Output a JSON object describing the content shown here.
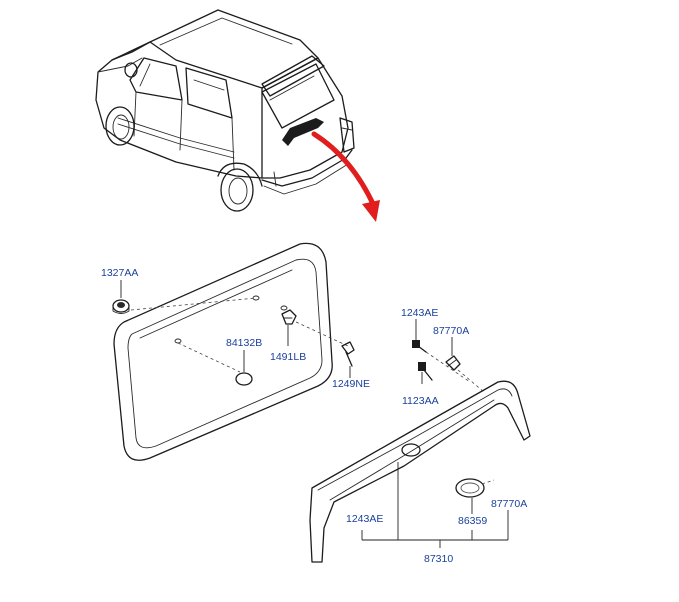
{
  "diagram": {
    "arrow_color": "#e11d1d",
    "label_color": "#1a3f9c",
    "labels": {
      "p1327AA": "1327AA",
      "p84132B": "84132B",
      "p1491LB": "1491LB",
      "p1249NE": "1249NE",
      "p1243AE_top": "1243AE",
      "p87770A_top": "87770A",
      "p1123AA": "1123AA",
      "p1243AE_bottom": "1243AE",
      "p86359": "86359",
      "p87770A_bottom": "87770A",
      "p87310": "87310"
    }
  }
}
